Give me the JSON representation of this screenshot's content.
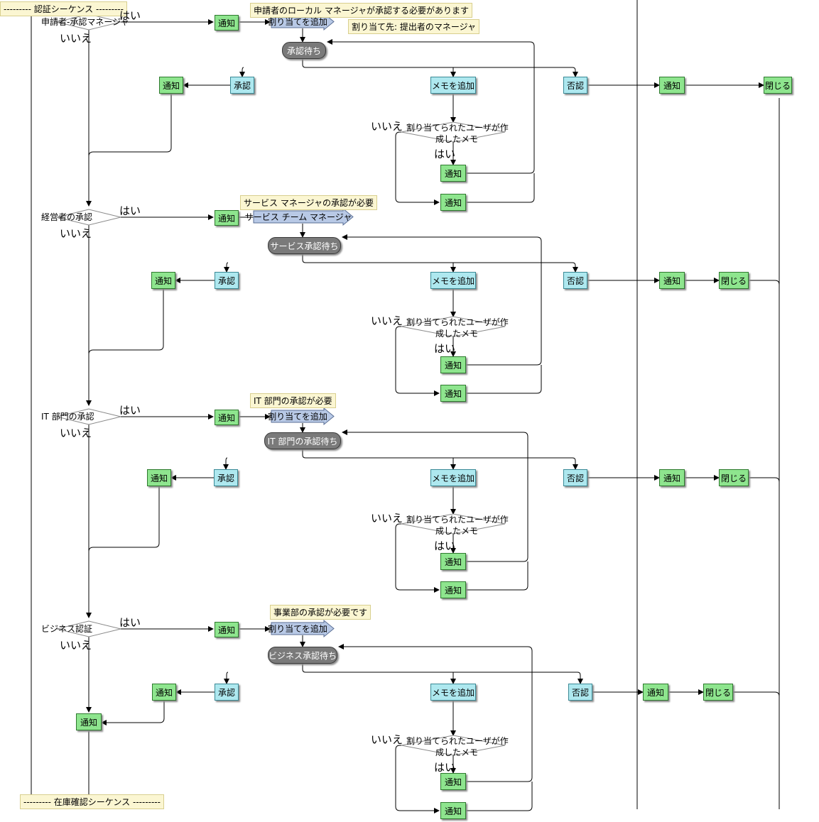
{
  "header_label": "--------- 認証シーケンス ---------",
  "footer_label": "--------- 在庫確認シーケンス ---------",
  "colors": {
    "notify": "#8ee58e",
    "action": "#aee8ef",
    "wait": "#7a7a7a",
    "assign": "#b8c9e6",
    "note": "#fbf6d2"
  },
  "common": {
    "notify": "通知",
    "approve": "承認",
    "reject": "否認",
    "add_memo": "メモを追加",
    "close": "閉じる",
    "yes": "はい",
    "no": "いいえ",
    "memo_decision_line1": "割り当てられたユーザが作",
    "memo_decision_line2": "成したメモ"
  },
  "sections": [
    {
      "decision": "申請者-承認マネージャ",
      "note": "申請者のローカル マネージャが承認する必要があります",
      "assign": "割り当てを追加",
      "assign_note": "割り当て先: 提出者のマネージャ",
      "wait": "承認待ち"
    },
    {
      "decision": "経営者の承認",
      "note": "サービス マネージャの承認が必要",
      "assign": "サービス チーム マネージャ",
      "assign_note": "",
      "wait": "サービス承認待ち"
    },
    {
      "decision": "IT 部門の承認",
      "note": "IT 部門の承認が必要",
      "assign": "割り当てを追加",
      "assign_note": "",
      "wait": "IT 部門の承認待ち"
    },
    {
      "decision": "ビジネス認証",
      "note": "事業部の承認が必要です",
      "assign": "割り当てを追加",
      "assign_note": "",
      "wait": "ビジネス承認待ち"
    }
  ]
}
